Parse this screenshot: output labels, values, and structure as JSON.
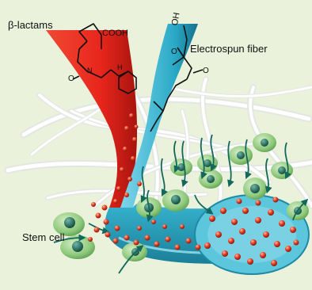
{
  "labels": {
    "beta_lactams": "β-lactams",
    "electrospun_fiber": "Electrospun fiber",
    "stem_cell": "Stem cell"
  },
  "chem_text": {
    "cooh": "COOH",
    "oh_top": "OH",
    "o_top": "O",
    "o_right": "O",
    "h_left": "H",
    "o_left": "O",
    "n": "N"
  },
  "colors": {
    "background": "#eaf2dc",
    "beta_lactam_stream": "#e8261c",
    "fiber_stream": "#2aa9c7",
    "fiber_core": "#5cc6dc",
    "drug_particle": "#e03b1f",
    "stem_cell": "#8cc87a",
    "stem_cell_nucleus": "#1e6f5c",
    "arrow": "#12685a"
  }
}
